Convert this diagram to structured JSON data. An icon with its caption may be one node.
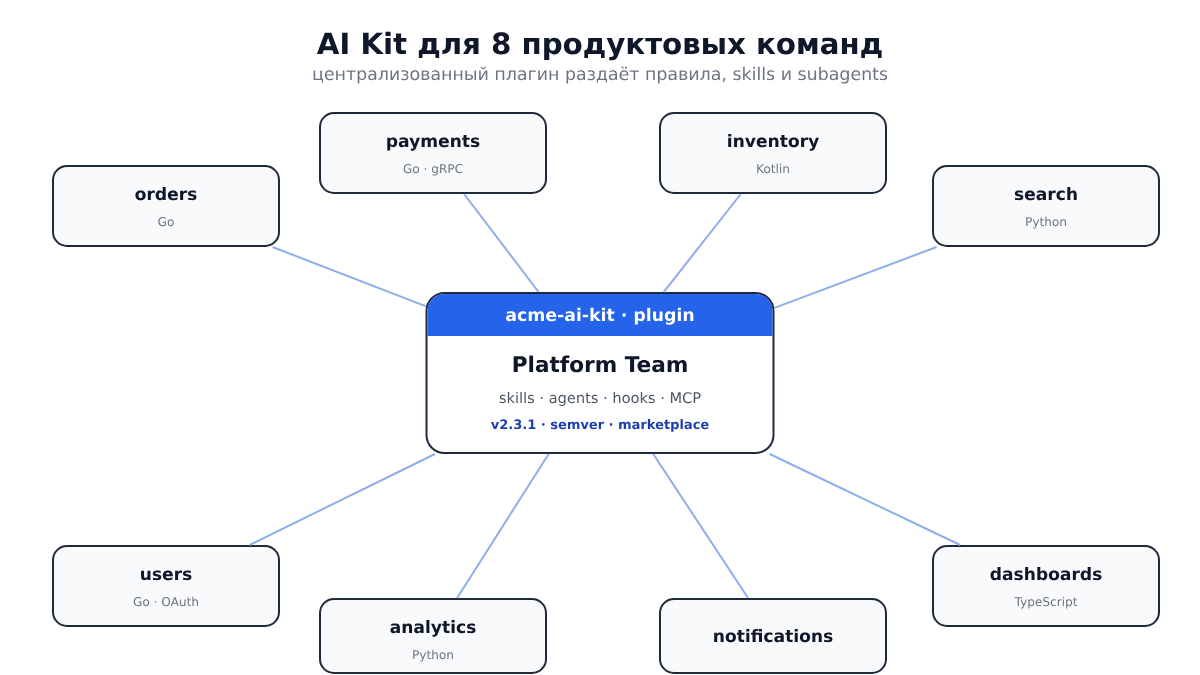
{
  "diagram": {
    "title": "AI Kit для 8 продуктовых команд",
    "nodes": [
      {
        "text": [
          "payments",
          "Go · gRPC"
        ]
      },
      {
        "text": [
          "inventory",
          "Kotlin"
        ]
      },
      {
        "text": [
          "orders",
          "Go"
        ]
      },
      {
        "text": [
          "search",
          "Python"
        ]
      },
      {
        "text": [
          "acme-ai-kit · plugin",
          "Platform Team",
          "skills · agents · hooks · MCP",
          "v2.3.1 · semver · marketplace"
        ]
      },
      {
        "text": [
          "users",
          "Go · OAuth"
        ]
      },
      {
        "text": [
          "dashboards",
          "TypeScript"
        ]
      },
      {
        "text": [
          "analytics",
          "Python"
        ]
      },
      {
        "text": [
          "notifications"
        ]
      }
    ],
    "edges": [
      {
        "from": 4,
        "to": 0,
        "arrow": "none"
      },
      {
        "from": 4,
        "to": 1,
        "arrow": "none"
      },
      {
        "from": 4,
        "to": 2,
        "arrow": "none"
      },
      {
        "from": 4,
        "to": 3,
        "arrow": "none"
      },
      {
        "from": 4,
        "to": 5,
        "arrow": "none"
      },
      {
        "from": 4,
        "to": 6,
        "arrow": "none"
      },
      {
        "from": 4,
        "to": 7,
        "arrow": "none"
      },
      {
        "from": 4,
        "to": 8,
        "arrow": "none"
      }
    ],
    "labels": [
      "централизованный плагин раздаёт правила, skills и subagents"
    ]
  }
}
